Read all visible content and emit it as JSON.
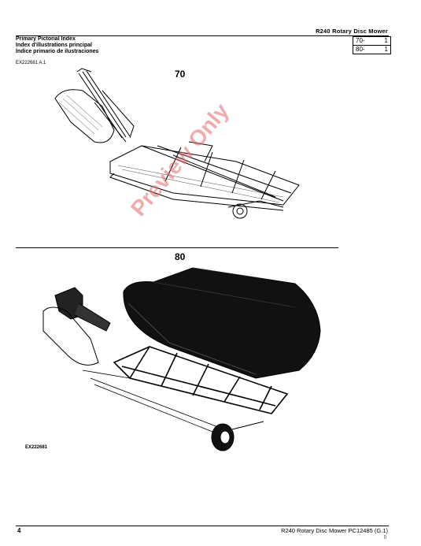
{
  "header": {
    "title": "R240  Rotary  Disc  Mower"
  },
  "index_titles": [
    "Primary Pictorial Index",
    "Index d'illustrations principal",
    "Índice primario de ilustraciones"
  ],
  "index_table": [
    {
      "section": "70-",
      "page": "1"
    },
    {
      "section": "80-",
      "page": "1"
    }
  ],
  "figure_top_code": "EX222681 A.1",
  "section_70_label": "70",
  "section_80_label": "80",
  "figure_bottom_code": "EX222681",
  "watermark": "Preview Only",
  "footer": {
    "page_number": "4",
    "text": "R240 Rotary Disc Mower    PC12485    (G.1)",
    "sub": "()"
  }
}
